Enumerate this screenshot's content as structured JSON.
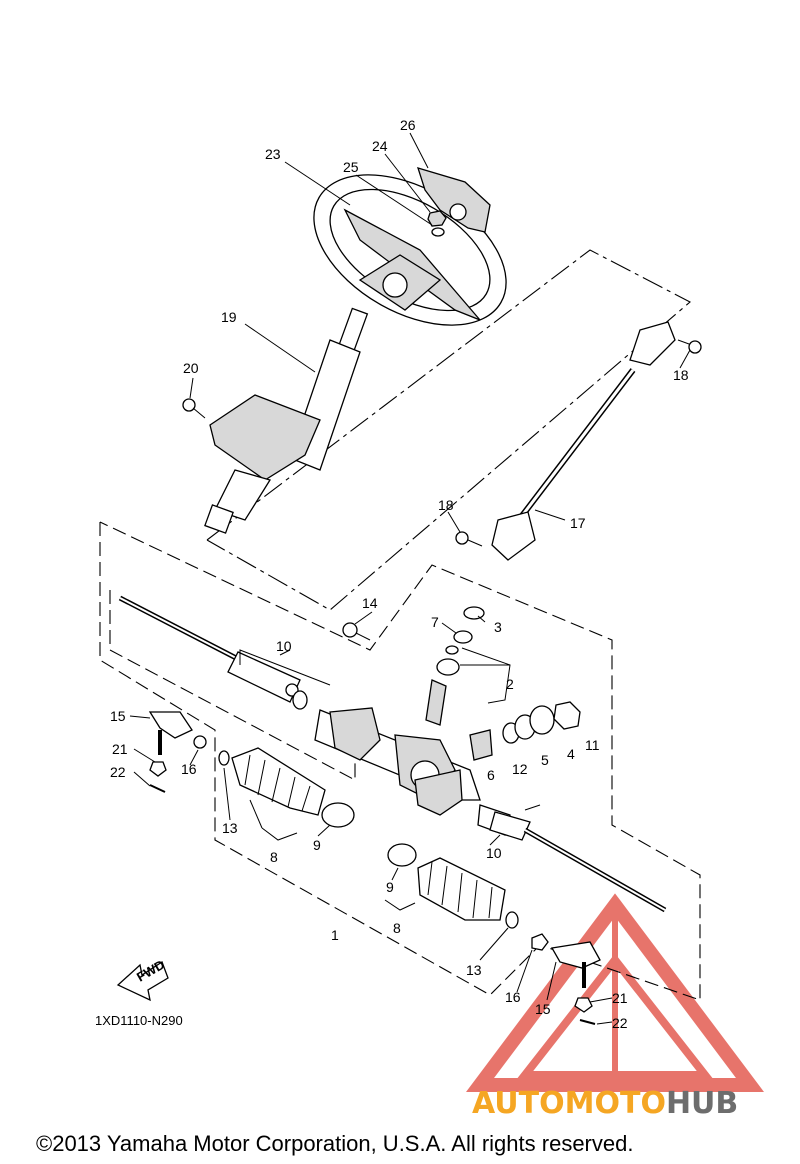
{
  "diagram": {
    "part_labels": {
      "p1": "1",
      "p2": "2",
      "p3": "3",
      "p4": "4",
      "p5": "5",
      "p6": "6",
      "p7": "7",
      "p8a": "8",
      "p8b": "8",
      "p9a": "9",
      "p9b": "9",
      "p10a": "10",
      "p10b": "10",
      "p11": "11",
      "p12": "12",
      "p13a": "13",
      "p13b": "13",
      "p14": "14",
      "p15a": "15",
      "p15b": "15",
      "p16a": "16",
      "p16b": "16",
      "p17": "17",
      "p18a": "18",
      "p18b": "18",
      "p19": "19",
      "p20": "20",
      "p21a": "21",
      "p21b": "21",
      "p22a": "22",
      "p22b": "22",
      "p23": "23",
      "p24": "24",
      "p25": "25",
      "p26": "26"
    },
    "fwd_label": "FWD",
    "diagram_code": "1XD1110-N290",
    "watermark": {
      "brand_part1": "AUTOMOTO",
      "brand_part2": "HUB",
      "color_orange": "#f5a623",
      "color_red": "#e0463a",
      "color_gray": "#6d6d6d"
    },
    "copyright": "©2013 Yamaha Motor Corporation, U.S.A. All rights reserved."
  }
}
